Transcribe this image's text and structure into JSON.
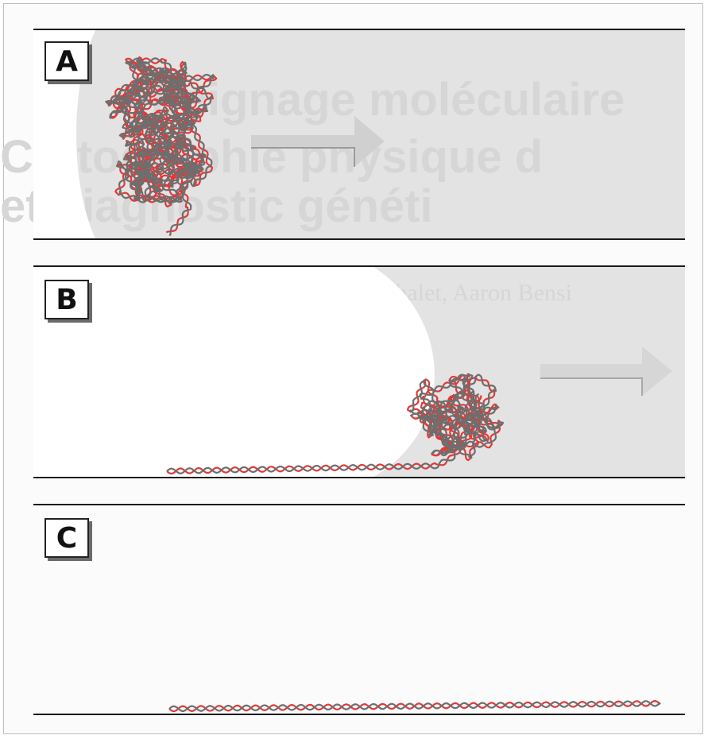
{
  "panels": [
    {
      "id": "A",
      "label": "A"
    },
    {
      "id": "B",
      "label": "B"
    },
    {
      "id": "C",
      "label": "C"
    }
  ],
  "colors": {
    "strand_red": "#e03a3a",
    "strand_gray": "#6e6e6e",
    "arrow": "#cfcfcf",
    "panel_shade": "#e3e3e3",
    "rule": "#1a1a1a"
  },
  "background_bleed": {
    "title_line1": "Peignage moléculaire",
    "title_line2": "Cartographie physique d",
    "title_line3": "et diagnostic généti",
    "authors": "Xavier Michalet, Aaron Bensi"
  }
}
